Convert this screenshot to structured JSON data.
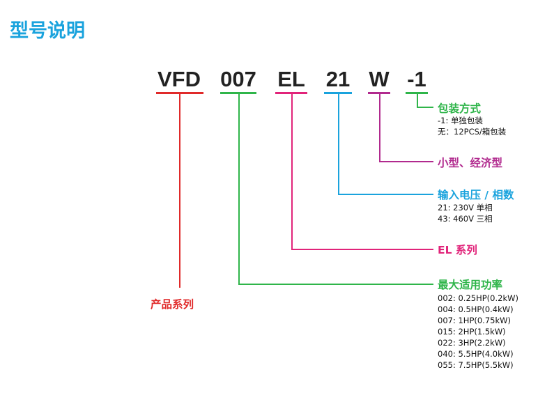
{
  "title": "型号说明",
  "colors": {
    "title": "#1aa3dd",
    "series": "#e02a2a",
    "power": "#2fb54a",
    "el": "#e1247a",
    "voltage": "#1aa3dd",
    "compact": "#b12a8e",
    "packaging": "#2fb54a",
    "code_text": "#222222"
  },
  "code": [
    "VFD",
    "007",
    "EL",
    "21",
    "W",
    "-1"
  ],
  "labels": {
    "packaging": {
      "heading": "包装方式",
      "notes": [
        "-1: 单独包装",
        "无：12PCS/箱包装"
      ]
    },
    "compact": {
      "heading": "小型、经济型"
    },
    "voltage": {
      "heading": "输入电压 / 相数",
      "notes": [
        "21: 230V 单相",
        "43: 460V 三相"
      ]
    },
    "el": {
      "heading": "EL 系列"
    },
    "power": {
      "heading": "最大适用功率",
      "notes": [
        "002: 0.25HP(0.2kW)",
        "004: 0.5HP(0.4kW)",
        "007: 1HP(0.75kW)",
        "015: 2HP(1.5kW)",
        "022: 3HP(2.2kW)",
        "040: 5.5HP(4.0kW)",
        "055: 7.5HP(5.5kW)"
      ]
    },
    "series": {
      "heading": "产品系列"
    }
  }
}
